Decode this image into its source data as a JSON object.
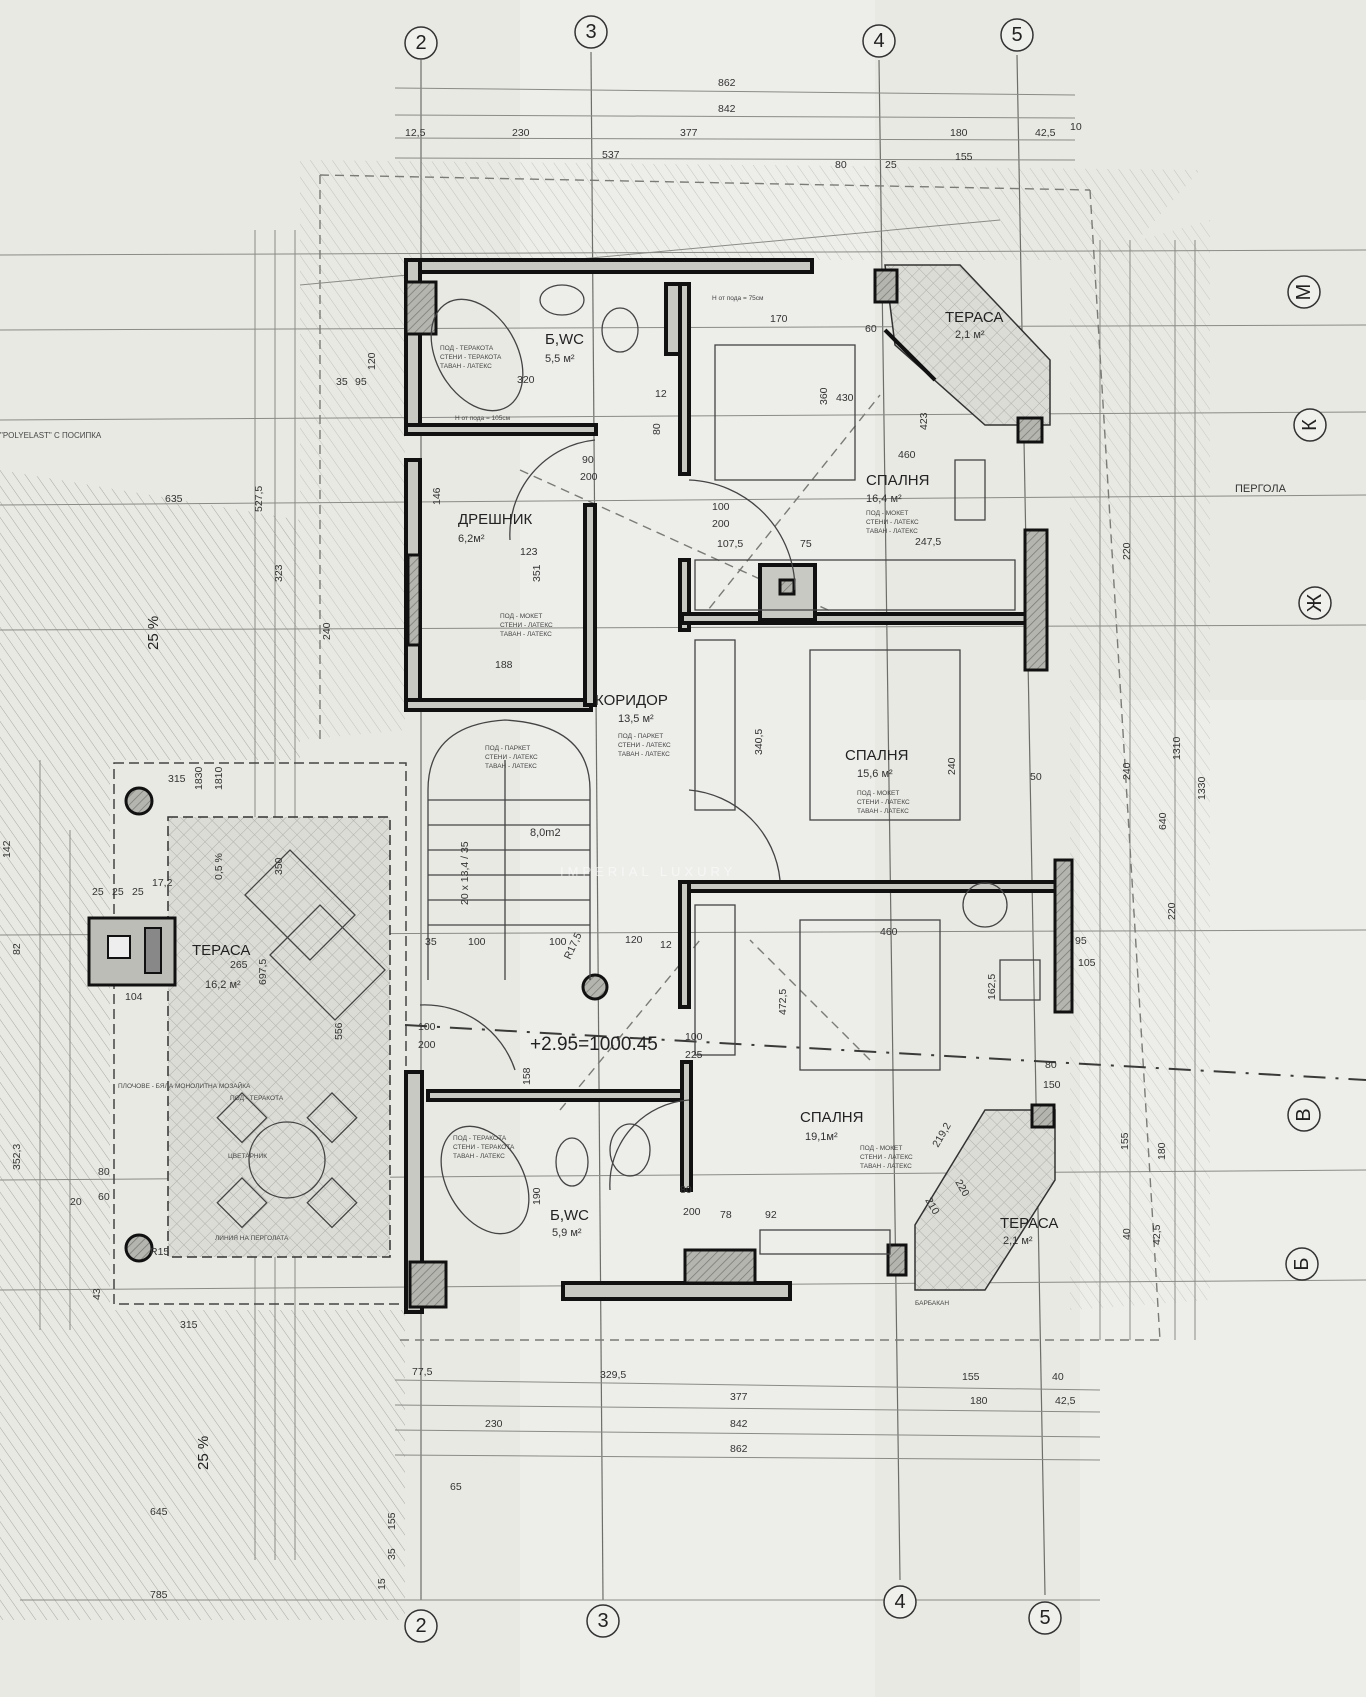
{
  "plan": {
    "axes_top": [
      "2",
      "3",
      "4",
      "5"
    ],
    "axes_bottom": [
      "2",
      "3",
      "4",
      "5"
    ],
    "axes_right": [
      "М",
      "К",
      "Ж",
      "В",
      "Б"
    ],
    "rooms": [
      {
        "name": "Б,WC",
        "area": "5,5 м²",
        "finish": [
          "ПОД - ТЕРАКОТА",
          "СТЕНИ - ТЕРАКОТА",
          "ТАВАН - ЛАТЕКС"
        ]
      },
      {
        "name": "ДРЕШНИК",
        "area": "6,2м²",
        "finish": [
          "ПОД - МОКЕТ",
          "СТЕНИ - ЛАТЕКС",
          "ТАВАН - ЛАТЕКС"
        ]
      },
      {
        "name": "КОРИДОР",
        "area": "13,5 м²",
        "finish": [
          "ПОД - ПАРКЕТ",
          "СТЕНИ - ЛАТЕКС",
          "ТАВАН - ЛАТЕКС"
        ]
      },
      {
        "name": "СПАЛНЯ",
        "area": "16,4 м²",
        "finish": [
          "ПОД - МОКЕТ",
          "СТЕНИ - ЛАТЕКС",
          "ТАВАН - ЛАТЕКС"
        ]
      },
      {
        "name": "ТЕРАСА",
        "area": "2,1 м²"
      },
      {
        "name": "СПАЛНЯ",
        "area": "15,6 м²",
        "finish": [
          "ПОД - МОКЕТ",
          "СТЕНИ - ЛАТЕКС",
          "ТАВАН - ЛАТЕКС"
        ]
      },
      {
        "name": "",
        "area": "8,0m2",
        "finish": [
          "ПОД - ПАРКЕТ",
          "СТЕНИ - ЛАТЕКС",
          "ТАВАН - ЛАТЕКС"
        ]
      },
      {
        "name": "ТЕРАСА",
        "area": "16,2 м²"
      },
      {
        "name": "СПАЛНЯ",
        "area": "19,1м²",
        "finish": [
          "ПОД - МОКЕТ",
          "СТЕНИ - ЛАТЕКС",
          "ТАВАН - ЛАТЕКС"
        ]
      },
      {
        "name": "Б,WC",
        "area": "5,9 м²",
        "finish": [
          "ПОД - ТЕРАКОТА",
          "СТЕНИ - ТЕРАКОТА",
          "ТАВАН - ЛАТЕКС"
        ]
      },
      {
        "name": "ТЕРАСА",
        "area": "2,1 м²"
      }
    ],
    "stair_label": "20 x 13,4 / 35",
    "level_mark": "+2.95=1000.45",
    "notes": {
      "pergola": "ПЕРГОЛА",
      "polyelast": "\"POLYELAST\" С ПОСИПКА",
      "slope_25_top": "25 %",
      "slope_25_bottom": "25 %",
      "slope_05": "0,5 %",
      "sill_105": "Н от пода = 105см",
      "sill_75": "Н от пода = 75см",
      "flowerbed": "ЦВЕТАРНИК",
      "pergola_line": "ЛИНИЯ НА ПЕРГОЛАТА",
      "tiles": "ПЛОЧОВЕ - БЯЛА МОНОЛИТНА МОЗАЙКА",
      "floor_tile": "ПОД - ТЕРАКОТА",
      "parapet": "БАРБАКАН"
    },
    "dims": [
      "862",
      "842",
      "377",
      "230",
      "12,5",
      "180",
      "42,5",
      "537",
      "155",
      "80",
      "25",
      "10",
      "120",
      "95",
      "35",
      "635",
      "527,5",
      "323",
      "240",
      "142",
      "82",
      "25",
      "25",
      "25",
      "17,2",
      "104",
      "265",
      "697,5",
      "556",
      "350",
      "352,3",
      "80",
      "60",
      "20",
      "43",
      "315",
      "315",
      "1830",
      "1810",
      "R15",
      "329,5",
      "377",
      "842",
      "862",
      "180",
      "155",
      "40",
      "42,5",
      "77,5",
      "230",
      "645",
      "785",
      "65",
      "155",
      "35",
      "15",
      "1310",
      "1330",
      "640",
      "220",
      "240",
      "220",
      "155",
      "180",
      "40",
      "42,5",
      "105",
      "95",
      "90",
      "200",
      "100",
      "200",
      "107,5",
      "75",
      "247,5",
      "460",
      "430",
      "423",
      "360",
      "170",
      "60",
      "80",
      "100",
      "200",
      "100",
      "225",
      "120",
      "158",
      "472,5",
      "340,5",
      "162,5",
      "460",
      "240",
      "50",
      "80",
      "150",
      "12",
      "12",
      "188",
      "123",
      "351",
      "146",
      "320",
      "190",
      "80",
      "200",
      "78",
      "92",
      "210",
      "220",
      "219,2",
      "R17,5",
      "100",
      "100",
      "35"
    ],
    "watermark": "IMPERIAL LUXURY"
  }
}
